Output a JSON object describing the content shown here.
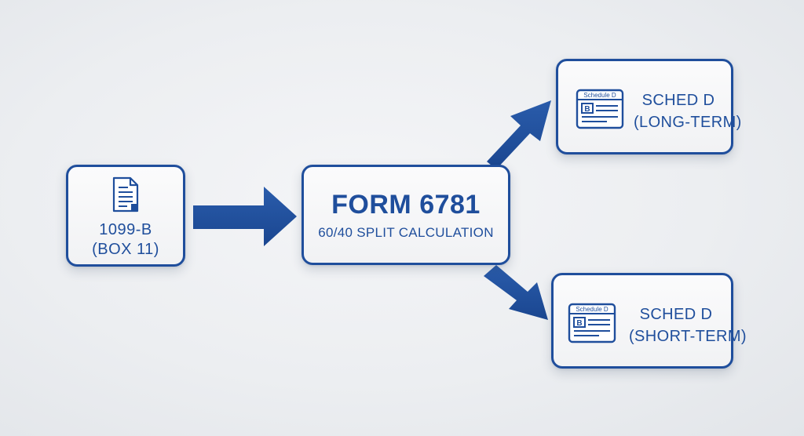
{
  "source": {
    "line1": "1099-B",
    "line2": "(BOX 11)",
    "icon": "document-icon"
  },
  "form": {
    "title": "FORM 6781",
    "subtitle": "60/40 SPLIT CALCULATION"
  },
  "outputs": {
    "long_term": {
      "icon_label": "Schedule D",
      "icon_letter": "B",
      "line1": "SCHED D",
      "line2": "(LONG-TERM)",
      "icon": "schedule-form-icon"
    },
    "short_term": {
      "icon_label": "Schedule D",
      "icon_letter": "B",
      "line1": "SCHED D",
      "line2": "(SHORT-TERM)",
      "icon": "schedule-form-icon"
    }
  },
  "colors": {
    "primary": "#1f4e9c",
    "background": "#eceef1",
    "box_fill": "#f6f7f9"
  }
}
